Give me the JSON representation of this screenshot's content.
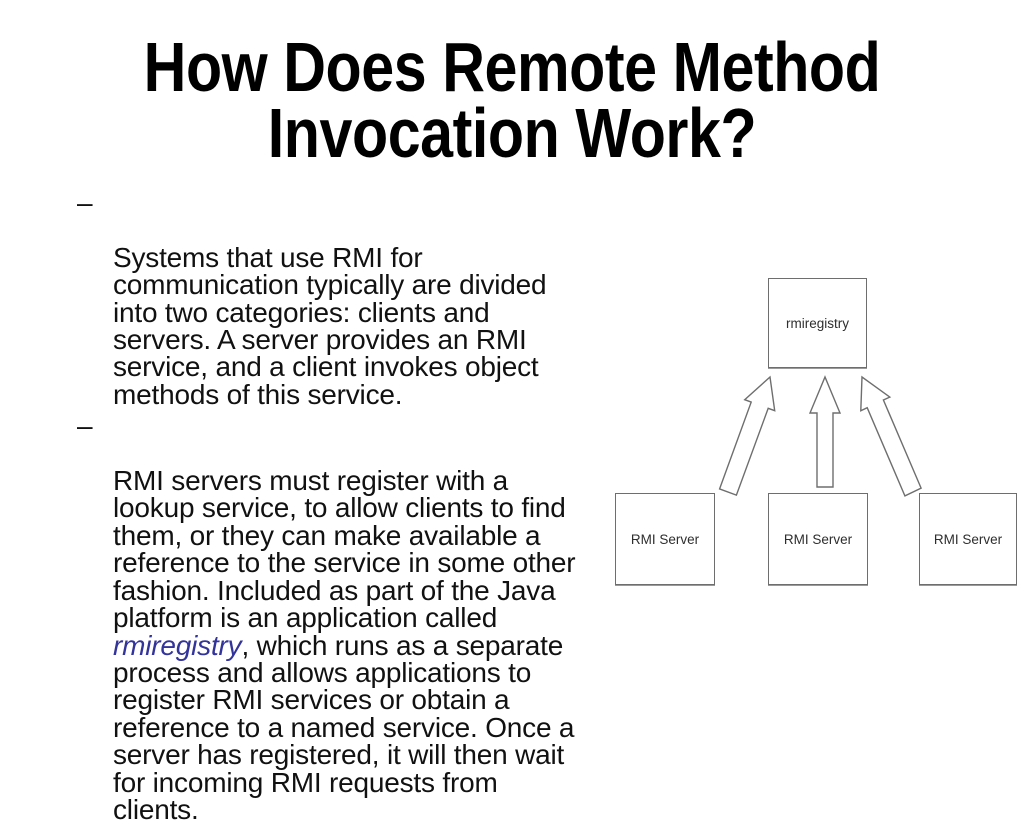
{
  "title": "How Does Remote Method\nInvocation Work?",
  "bullets": {
    "b1": {
      "marker": "–",
      "text": "Systems that use RMI for\ncommunication typically are divided\ninto two categories: clients and\nservers. A server provides an RMI\nservice, and a client invokes object\nmethods of this service."
    },
    "b2": {
      "marker": "–",
      "seg_before": "RMI servers must register with a\nlookup service, to allow clients to find\nthem, or they can make available a\nreference to the service in some other\nfashion. Included as part of the Java\nplatform is an application called\n",
      "em_term": "rmiregistry",
      "seg_after": ", which runs as a separate\nprocess and allows applications to\nregister RMI services or obtain a\nreference to a named service. Once a\nserver has registered, it will then wait\nfor incoming RMI requests from\nclients."
    }
  },
  "diagram": {
    "registry_label": "rmiregistry",
    "servers": [
      "RMI Server",
      "RMI Server",
      "RMI Server"
    ]
  },
  "colors": {
    "emphasis": "#33339C",
    "body_text": "#111111",
    "title_text": "#000000",
    "box_border": "#6e6e6e",
    "background": "#ffffff"
  }
}
